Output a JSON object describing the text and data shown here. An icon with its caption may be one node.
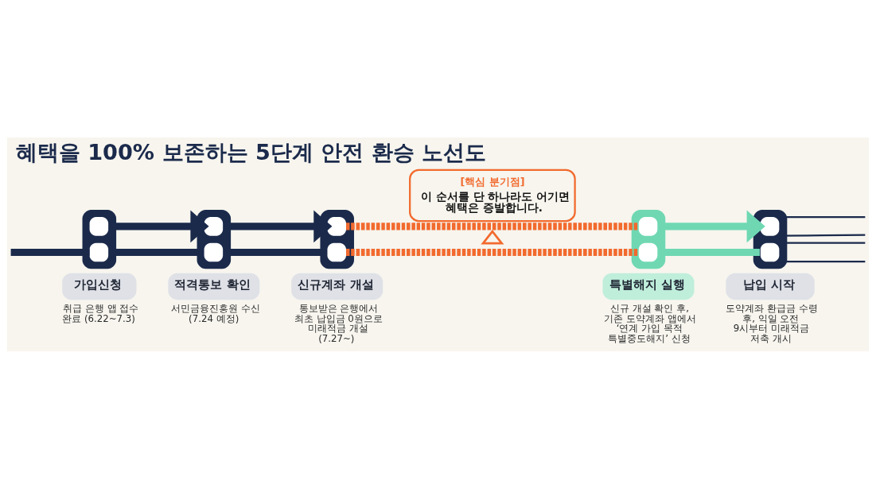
{
  "diagram": {
    "title": "혜택을 100% 보존하는 5단계 안전 환승 노선도",
    "nodes": [
      {
        "text": [
          "가입신청"
        ],
        "beside": [
          "취급 은행 앱 접수 완료 (6.22~7.3)"
        ]
      },
      {
        "text": [
          "적격통보 확인"
        ],
        "beside": [
          "서민금융진흥원 수신 (7.24 예정)"
        ]
      },
      {
        "text": [
          "신규계좌 개설"
        ],
        "beside": [
          "통보받은 은행에서 최초 납입금 0원으로 미래적금 개설 (7.27~)"
        ]
      },
      {
        "text": [
          "특별해지 실행"
        ],
        "beside": [
          "신규 개설 확인 후, 기존 도약계좌 앱에서 ‘연계 가입 목적 특별중도해지’ 신청"
        ]
      },
      {
        "text": [
          "납입 시작"
        ],
        "beside": [
          "도약계좌 환급금 수령 후, 익일 오전 9시부터 미래적금 저축 개시"
        ]
      },
      {
        "text": [
          "[핵심 분기점]",
          "이 순서를 단 하나라도 어기면 혜택은 증발합니다."
        ]
      },
      {
        "text": [],
        "shape": "triangle"
      }
    ],
    "edges": [
      {
        "from": null,
        "to": 0,
        "arrow": "none"
      },
      {
        "from": 0,
        "to": 1,
        "arrow": "to"
      },
      {
        "from": 0,
        "to": 1,
        "arrow": "none"
      },
      {
        "from": 1,
        "to": 2,
        "arrow": "to"
      },
      {
        "from": 1,
        "to": 2,
        "arrow": "none"
      },
      {
        "from": 2,
        "to": 3,
        "arrow": "none",
        "style": "dashed",
        "color": "#f26a2e"
      },
      {
        "from": 2,
        "to": 3,
        "arrow": "none",
        "style": "dashed",
        "color": "#f26a2e"
      },
      {
        "from": 3,
        "to": 4,
        "arrow": "to",
        "color": "#6fd8b3"
      },
      {
        "from": 3,
        "to": 4,
        "arrow": "none",
        "color": "#6fd8b3"
      },
      {
        "from": 4,
        "to": null,
        "arrow": "none"
      },
      {
        "from": 4,
        "to": null,
        "arrow": "none"
      },
      {
        "from": 4,
        "to": null,
        "arrow": "none"
      },
      {
        "from": 4,
        "to": null,
        "arrow": "none"
      }
    ]
  }
}
